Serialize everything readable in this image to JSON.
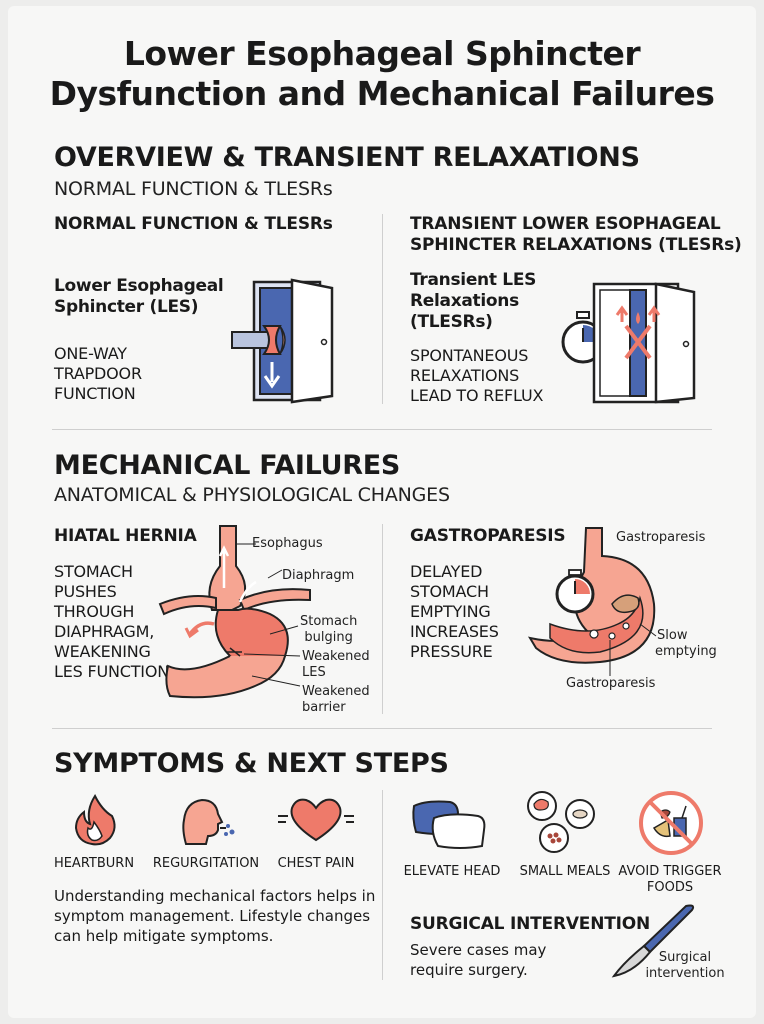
{
  "title_line1": "Lower Esophageal Sphincter",
  "title_line2": "Dysfunction and Mechanical Failures",
  "overview": {
    "heading": "OVERVIEW & TRANSIENT RELAXATIONS",
    "subheading": "NORMAL FUNCTION & TLESRs",
    "left": {
      "heading": "NORMAL FUNCTION & TLESRs",
      "term_line1": "Lower Esophageal",
      "term_line2": "Sphincter (LES)",
      "desc": [
        "ONE-WAY",
        "TRAPDOOR",
        "FUNCTION"
      ]
    },
    "right": {
      "heading_line1": "TRANSIENT LOWER ESOPHAGEAL",
      "heading_line2": "SPHINCTER RELAXATIONS (TLESRs)",
      "term": [
        "Transient LES",
        "Relaxations",
        "(TLESRs)"
      ],
      "desc": [
        "SPONTANEOUS",
        "RELAXATIONS",
        "LEAD TO REFLUX"
      ]
    }
  },
  "mechanical": {
    "heading": "MECHANICAL FAILURES",
    "subheading": "ANATOMICAL & PHYSIOLOGICAL CHANGES",
    "hernia": {
      "heading": "HIATAL HERNIA",
      "desc": [
        "STOMACH",
        "PUSHES",
        "THROUGH",
        "DIAPHRAGM,",
        "WEAKENING",
        "LES FUNCTION"
      ],
      "labels": {
        "esophagus": "Esophagus",
        "diaphragm": "Diaphragm",
        "bulging1": "Stomach",
        "bulging2": "bulging",
        "les1": "Weakened",
        "les2": "LES",
        "barrier1": "Weakened",
        "barrier2": "barrier"
      }
    },
    "gastro": {
      "heading": "GASTROPARESIS",
      "desc": [
        "DELAYED",
        "STOMACH",
        "EMPTYING",
        "INCREASES",
        "PRESSURE"
      ],
      "labels": {
        "top": "Gastroparesis",
        "slow1": "Slow",
        "slow2": "emptying",
        "bottom": "Gastroparesis"
      }
    }
  },
  "symptoms": {
    "heading": "SYMPTOMS & NEXT STEPS",
    "items": [
      "HEARTBURN",
      "REGURGITATION",
      "CHEST PAIN"
    ],
    "text": [
      "Understanding mechanical factors helps in",
      "symptom management. Lifestyle changes",
      "can help mitigate symptoms."
    ],
    "lifestyle": [
      "ELEVATE HEAD",
      "SMALL MEALS",
      "AVOID TRIGGER",
      "FOODS"
    ],
    "surgery": {
      "heading": "SURGICAL INTERVENTION",
      "text": [
        "Severe cases may",
        "require surgery."
      ],
      "label1": "Surgical",
      "label2": "intervention"
    }
  },
  "colors": {
    "blue": "#4a67b0",
    "coral": "#ee7a6a",
    "pink": "#f6a592",
    "dark": "#1a1a1a"
  }
}
